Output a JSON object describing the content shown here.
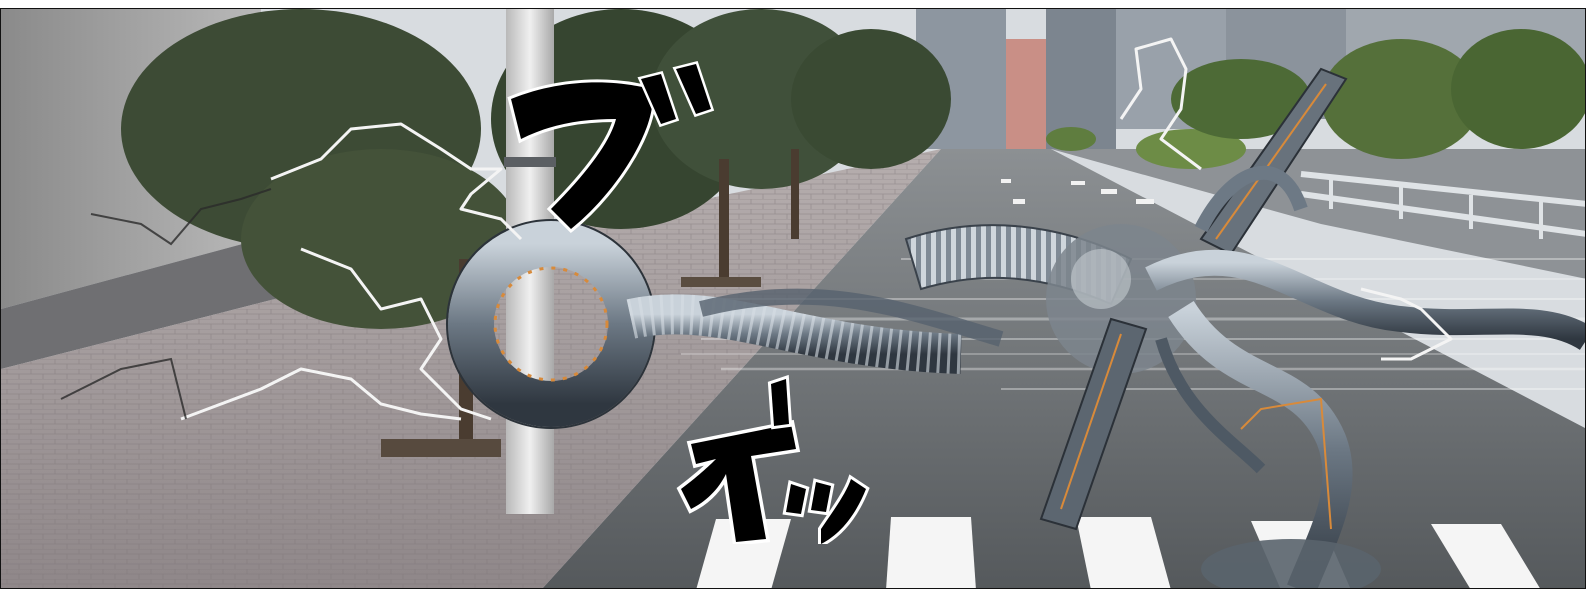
{
  "panel": {
    "sfx": [
      {
        "text": "ブ",
        "description_icon": "sfx-bu"
      },
      {
        "text": "オッ",
        "description_icon": "sfx-ott"
      }
    ]
  },
  "colors": {
    "sky": "#d9dde0",
    "road": "#6d7174",
    "sidewalk": "#9a9496",
    "tree": "#3c4a34",
    "robot": "#6f7a86",
    "lightning": "#f4f4f4",
    "ink": "#000000"
  }
}
